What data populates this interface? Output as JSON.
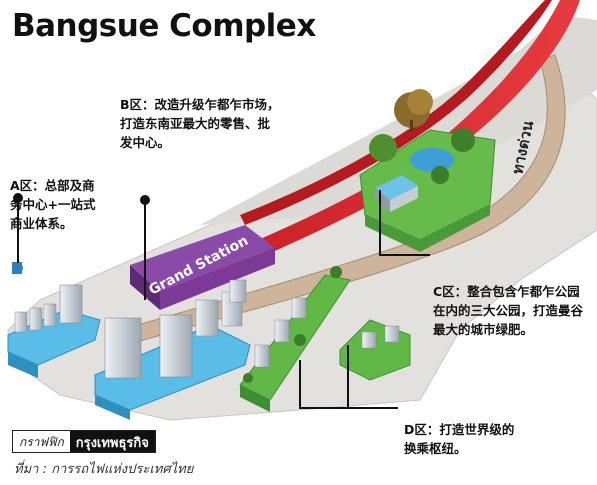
{
  "title": "Bangsue Complex",
  "zones": {
    "a": "A区：总部及商\n务中心+一站式\n商业体系。",
    "b": "B区：改造升级乍都乍市场，\n打造东南亚最大的零售、批\n发中心。",
    "c": "C区：整合包含乍都乍公园\n在内的三大公园，打造曼谷\n最大的城市绿肥。",
    "d": "D区：打造世界级的\n换乘枢纽。"
  },
  "station_sign": "Grand Station",
  "road_label": "ทางด่วน",
  "credit": {
    "left": "กราฟฟิก",
    "right": "กรุงเทพธุรกิจ"
  },
  "source": "ที่มา : การรถไฟแห่งประเทศไทย",
  "colors": {
    "rail": "#d8232a",
    "ground": "#e3e1de",
    "green": "#5fb84a",
    "blue_zone": "#5ec2ea",
    "purple": "#7b3a96"
  }
}
